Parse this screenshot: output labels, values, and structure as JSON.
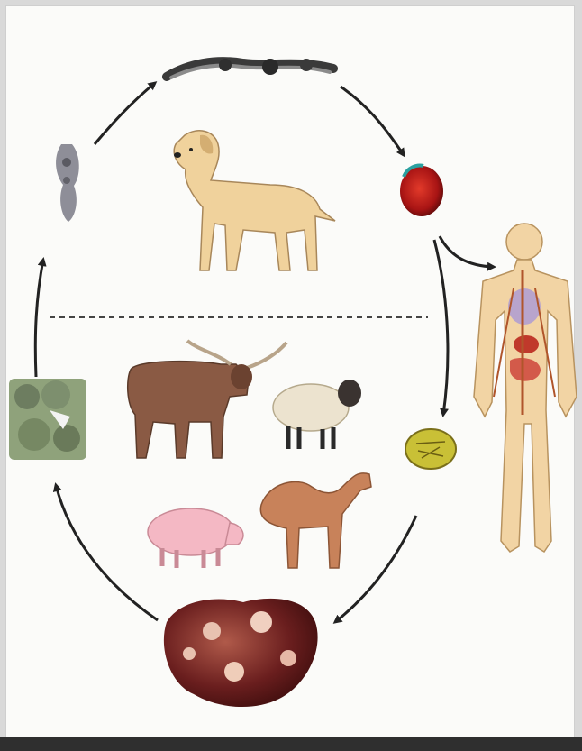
{
  "figure": {
    "kind": "parasite life cycle illustration",
    "stages": [
      {
        "id": "adult-tapeworm",
        "icon": "tapeworm-icon"
      },
      {
        "id": "definitive-host",
        "icon": "dog-icon"
      },
      {
        "id": "egg",
        "icon": "egg-icon"
      },
      {
        "id": "accidental-host",
        "icon": "human-icon"
      },
      {
        "id": "oncosphere",
        "icon": "oncosphere-icon"
      },
      {
        "id": "hydatid-cyst",
        "icon": "cyst-icon"
      },
      {
        "id": "protoscolices",
        "icon": "protoscolex-icon"
      },
      {
        "id": "scolex",
        "icon": "scolex-icon"
      }
    ],
    "intermediate_hosts": [
      {
        "id": "cattle",
        "icon": "cow-icon"
      },
      {
        "id": "sheep",
        "icon": "sheep-icon"
      },
      {
        "id": "pig",
        "icon": "pig-icon"
      },
      {
        "id": "camel",
        "icon": "camel-icon"
      }
    ],
    "colors": {
      "background": "#fbfbf9",
      "arrow": "#222222",
      "divider": "#444444",
      "dog": "#f0d29c",
      "cow": "#8a5a44",
      "sheep": "#ece3cf",
      "pig": "#f4b8c4",
      "camel": "#c8825a",
      "human_skin": "#f2d4a4",
      "egg": "#c41e1e",
      "oncosphere": "#c9c036",
      "cyst": "#6a1e1e"
    }
  }
}
